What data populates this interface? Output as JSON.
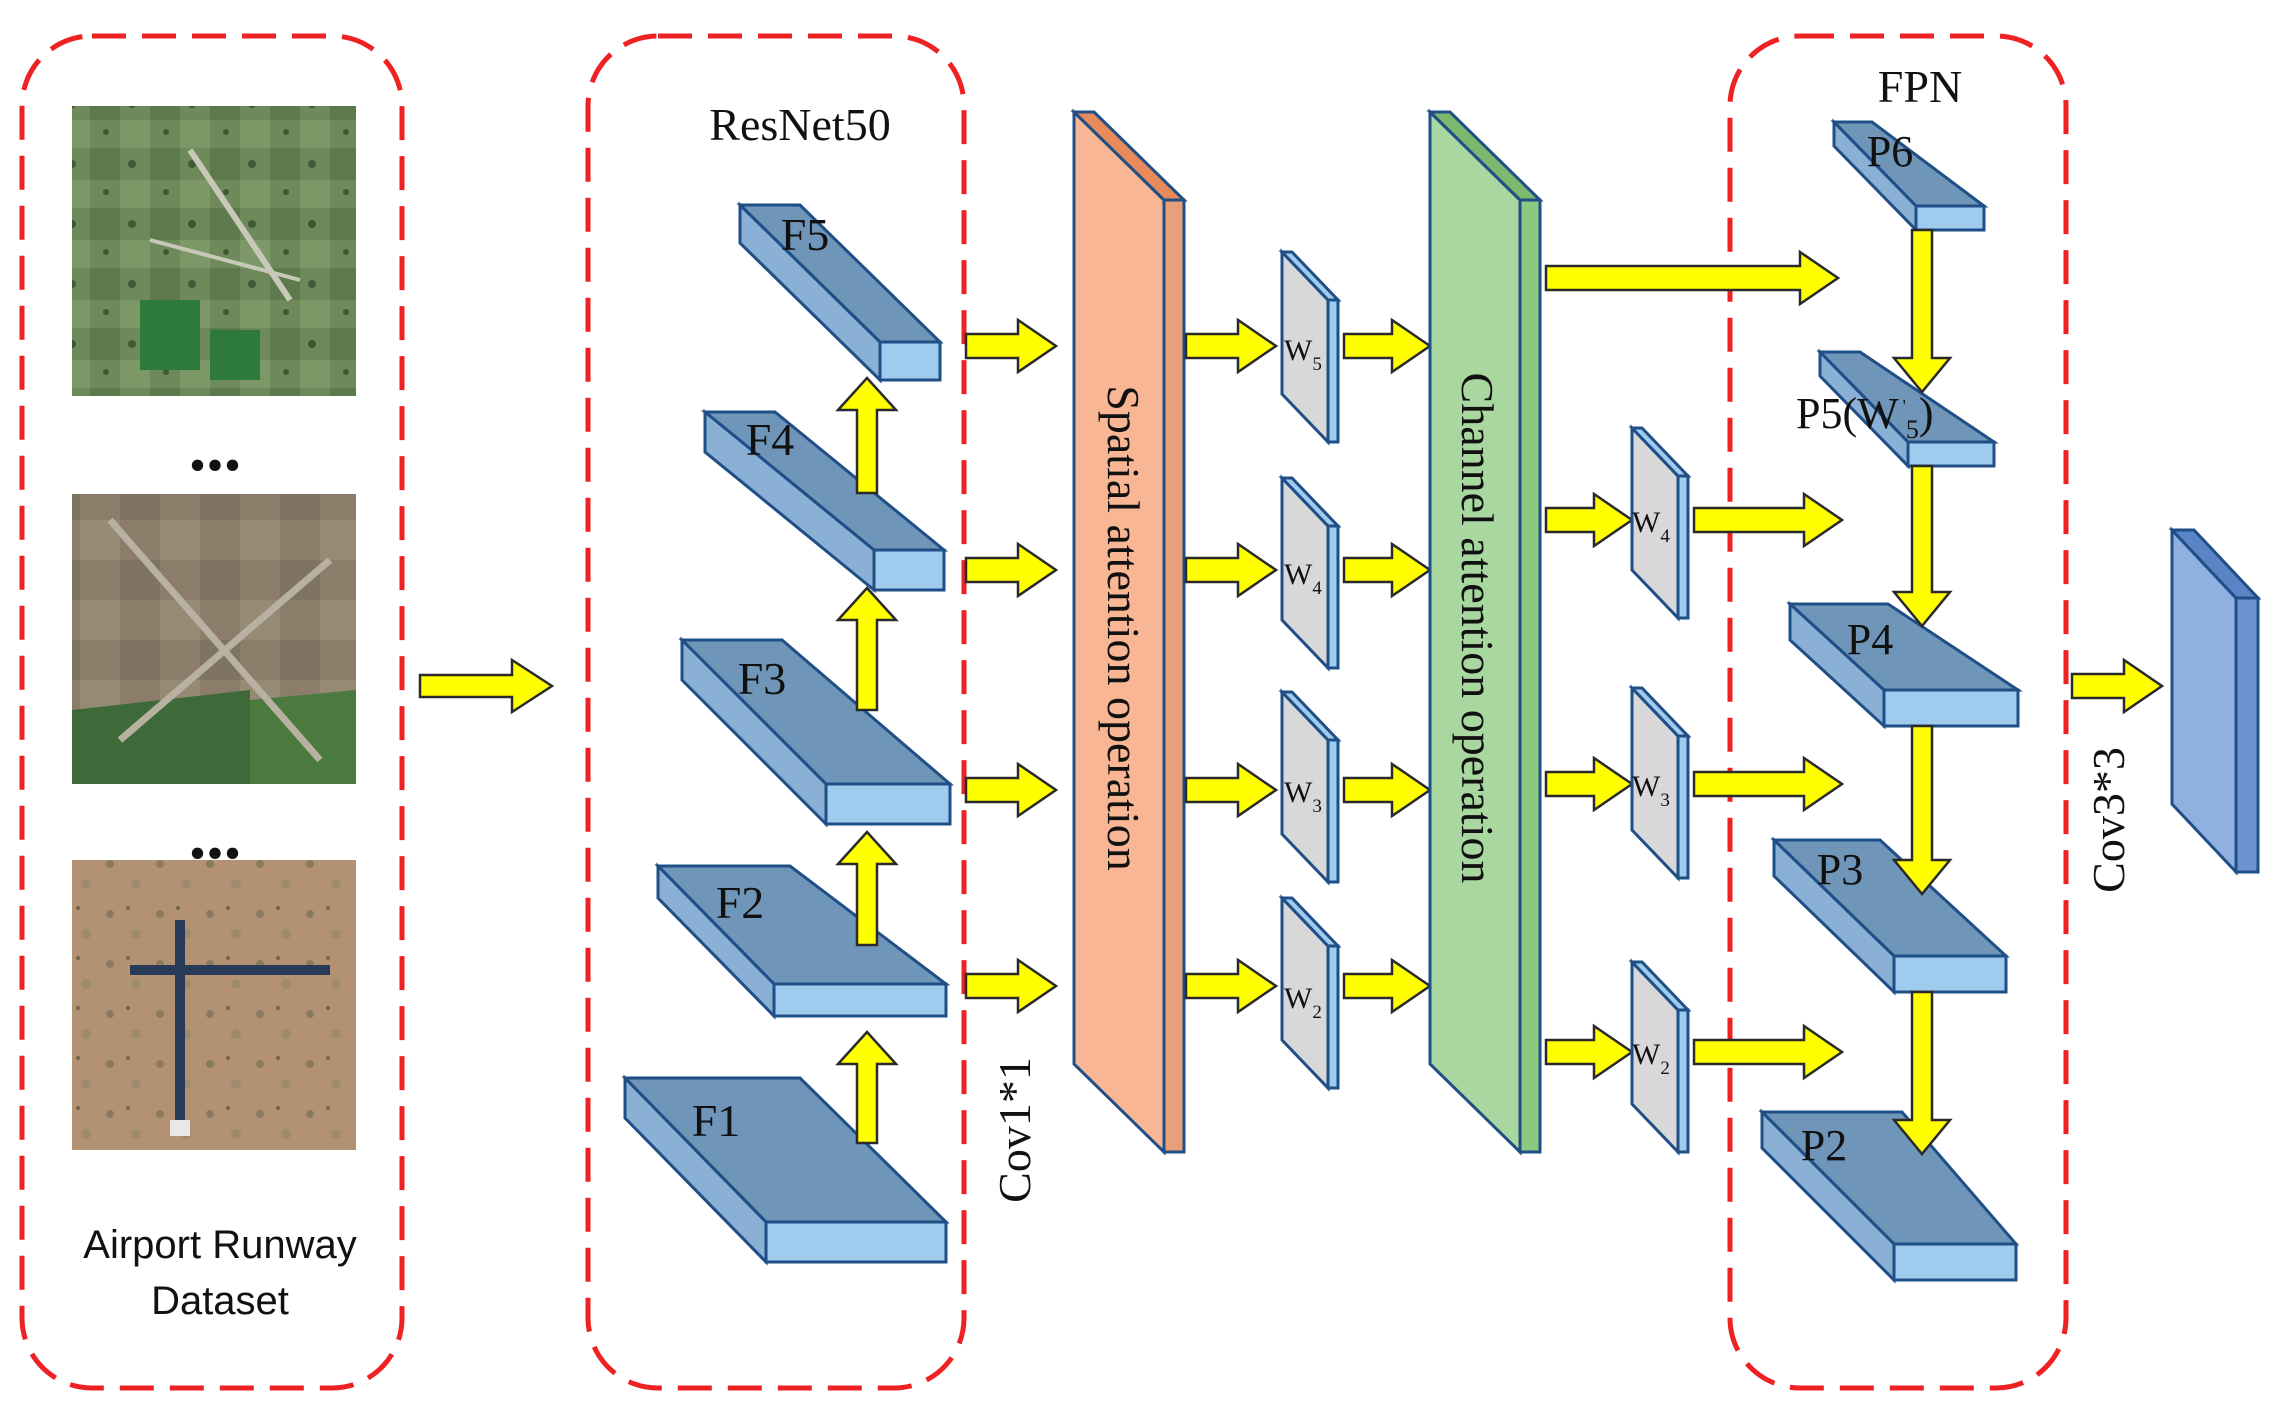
{
  "dataset": {
    "label_line1": "Airport Runway",
    "label_line2": "Dataset",
    "ellipsis_1": "...",
    "ellipsis_2": "..."
  },
  "backbone": {
    "title": "ResNet50",
    "layers": [
      "F5",
      "F4",
      "F3",
      "F2",
      "F1"
    ]
  },
  "conv_in": "Cov1*1",
  "spatial_attention": "Spatial attention operation",
  "spatial_weights": [
    {
      "base": "W",
      "sub": "5"
    },
    {
      "base": "W",
      "sub": "4"
    },
    {
      "base": "W",
      "sub": "3"
    },
    {
      "base": "W",
      "sub": "2"
    }
  ],
  "channel_attention": "Channel attention operation",
  "channel_weights": [
    {
      "base": "W",
      "sub": "4"
    },
    {
      "base": "W",
      "sub": "3"
    },
    {
      "base": "W",
      "sub": "2"
    }
  ],
  "fpn": {
    "title": "FPN",
    "p6": "P6",
    "p5": "P5(W",
    "p5_sub": "5",
    "p5_close": ")",
    "p4": "P4",
    "p3": "P3",
    "p2": "P2"
  },
  "conv_out": "Cov3*3",
  "colors": {
    "frame": "#ee2222",
    "block_top": "#6f95b8",
    "block_side": "#9ecbee",
    "block_edge": "#1f4f86",
    "arrow": "#ffff00",
    "spatial": "#f8b694",
    "channel": "#a8d7a0",
    "weight": "#d8d8d8",
    "output": "#8fb0e0"
  }
}
